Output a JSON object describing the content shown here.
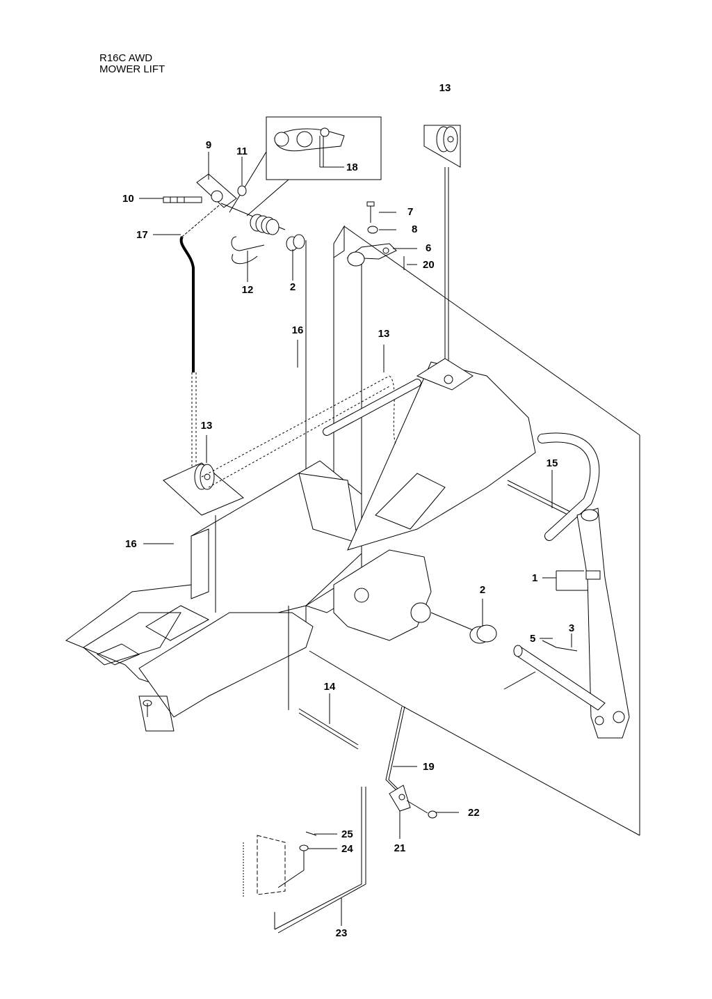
{
  "header": {
    "model": "R16C AWD",
    "section": "MOWER LIFT"
  },
  "callouts": [
    {
      "id": "c13a",
      "text": "13"
    },
    {
      "id": "c9",
      "text": "9"
    },
    {
      "id": "c11",
      "text": "11"
    },
    {
      "id": "c18",
      "text": "18"
    },
    {
      "id": "c10",
      "text": "10"
    },
    {
      "id": "c7",
      "text": "7"
    },
    {
      "id": "c8",
      "text": "8"
    },
    {
      "id": "c17",
      "text": "17"
    },
    {
      "id": "c6",
      "text": "6"
    },
    {
      "id": "c20",
      "text": "20"
    },
    {
      "id": "c12",
      "text": "12"
    },
    {
      "id": "c2a",
      "text": "2"
    },
    {
      "id": "c16a",
      "text": "16"
    },
    {
      "id": "c13b",
      "text": "13"
    },
    {
      "id": "c13c",
      "text": "13"
    },
    {
      "id": "c15",
      "text": "15"
    },
    {
      "id": "c16b",
      "text": "16"
    },
    {
      "id": "c1",
      "text": "1"
    },
    {
      "id": "c2b",
      "text": "2"
    },
    {
      "id": "c5",
      "text": "5"
    },
    {
      "id": "c3",
      "text": "3"
    },
    {
      "id": "c14",
      "text": "14"
    },
    {
      "id": "c19",
      "text": "19"
    },
    {
      "id": "c22",
      "text": "22"
    },
    {
      "id": "c25",
      "text": "25"
    },
    {
      "id": "c21",
      "text": "21"
    },
    {
      "id": "c24",
      "text": "24"
    },
    {
      "id": "c23",
      "text": "23"
    }
  ]
}
